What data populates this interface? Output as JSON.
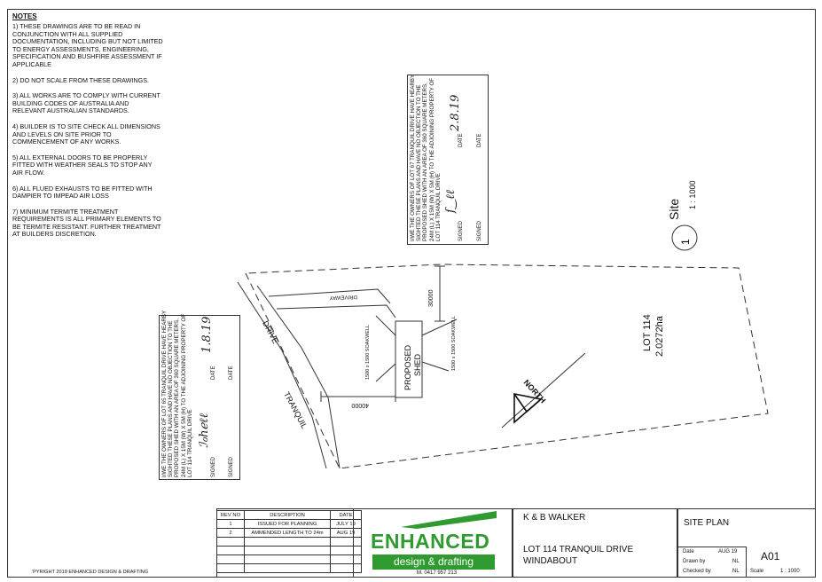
{
  "notes": {
    "title": "NOTES",
    "items": [
      "1) THESE DRAWINGS ARE TO BE READ IN CONJUNCTION WITH ALL SUPPLIED DOCUMENTATION, INCLUDING BUT NOT LIMITED TO ENERGY ASSESSMENTS, ENGINEERING, SPECIFICATION AND BUSHFIRE ASSESSMENT IF APPLICABLE",
      "2) DO NOT SCALE FROM THESE DRAWINGS.",
      "3) ALL WORKS ARE TO COMPLY WITH CURRENT BUILDING CODES OF AUSTRALIA AND RELEVANT AUSTRALIAN STANDARDS.",
      "4) BUILDER IS TO SITE CHECK ALL DIMENSIONS AND LEVELS ON SITE PRIOR TO COMMENCEMENT OF ANY WORKS.",
      "5) ALL EXTERNAL DOORS TO BE PROPERLY FITTED WITH WEATHER SEALS TO STOP ANY AIR FLOW.",
      "6) ALL FLUED EXHAUSTS TO BE FITTED WITH DAMPIER TO IMPEAD AIR LOSS",
      "7) MINIMUM TERMITE TREATMENT REQUIREMENTS IS ALL PRIMARY ELEMENTS TO BE TERMITE RESISTANT. FURTHER TREATMENT AT BUILDERS DISCRETION."
    ]
  },
  "consent_top": {
    "text": "I/WE THE OWNERS OF LOT 67 TRANQUIL DRIVE HAVE HEARBY SIGHTED THESE PLANS AND HAVE NO OBJECTION TO THE PROPOSED SHED WITH AN AREA OF 360 SQUARE METERS, 24m (l) x 15m (w) x 5m (h) TO THE ADJOINING PROPERTY OF LOT 114 TRANQUIL DRIVE",
    "signed_label": "SIGNED",
    "date_label": "DATE",
    "date_value": "2.8.19"
  },
  "consent_left": {
    "text": "I/WE THE OWNERS OF LOT 65 TRANQUIL DRIVE HAVE HEARBY SIGHTED THESE PLANS AND HAVE NO OBJECTION TO THE PROPOSED SHED WITH AN AREA OF 360 SQUARE METERS, 24m (l) x 15m (w) x 5m (h) TO THE ADJOINING PROPERTY OF LOT 114 TRANQUIL DRIVE",
    "signed_label": "SIGNED",
    "date_label": "DATE",
    "date_value": "1.8.19"
  },
  "site": {
    "number": "1",
    "label": "Site",
    "scale": "1 : 1000"
  },
  "plan": {
    "lot": "LOT 114",
    "area": "2.0272ha",
    "road1": "TRANQUIL",
    "road2": "DRIVE",
    "driveway": "DRIVEWAY",
    "shed_line1": "PROPOSED",
    "shed_line2": "SHED",
    "soakwell_left": "1500 x 1500 SOAKWELL",
    "soakwell_right": "1500 x 1500 SOAKWELL",
    "dim_setback": "40000",
    "dim_side": "30000",
    "north": "NORTH"
  },
  "revisions": {
    "headers": [
      "REV NO",
      "DESCRIPTION",
      "DATE"
    ],
    "rows": [
      [
        "1",
        "ISSUED FOR PLANNING",
        "JULY 19"
      ],
      [
        "2",
        "AMMENDED LENGTH TO 24m",
        "AUG 19"
      ]
    ]
  },
  "company": {
    "name": "ENHANCED",
    "tagline": "design & drafting",
    "phone": "M. 0417 957 213",
    "copyright": "'PYRIGHT 2019 ENHANCED DESIGN & DRAFTING"
  },
  "project": {
    "client": "K & B WALKER",
    "address1": "LOT 114 TRANQUIL DRIVE",
    "address2": "WINDABOUT"
  },
  "drawing": {
    "title": "SITE PLAN",
    "date_label": "Date",
    "date_value": "AUG 19",
    "drawn_label": "Drawn by",
    "drawn_value": "NL",
    "checked_label": "Checked by",
    "checked_value": "NL",
    "scale_label": "Scale",
    "scale_value": "1 : 1000",
    "sheet": "A01"
  },
  "colors": {
    "brand_green": "#2f9a2f"
  }
}
